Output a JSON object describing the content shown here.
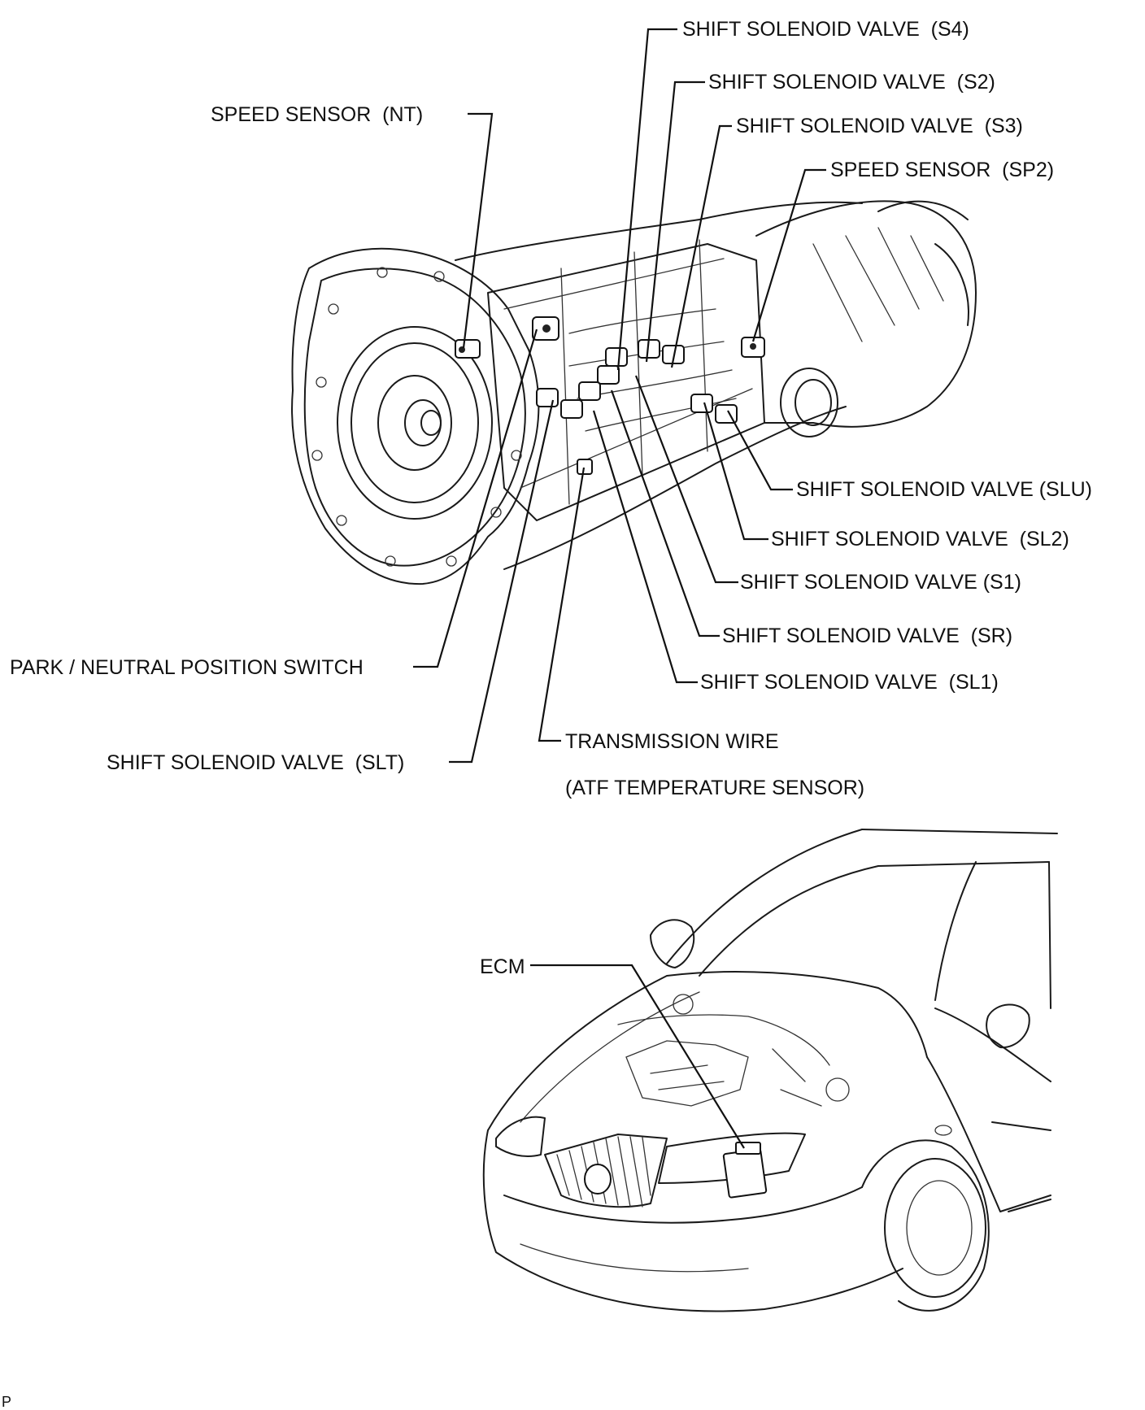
{
  "labels": {
    "s4": "SHIFT SOLENOID VALVE  (S4)",
    "s2": "SHIFT SOLENOID VALVE  (S2)",
    "s3": "SHIFT SOLENOID VALVE  (S3)",
    "nt": "SPEED SENSOR  (NT)",
    "sp2": "SPEED SENSOR  (SP2)",
    "slu": "SHIFT SOLENOID VALVE (SLU)",
    "sl2": "SHIFT SOLENOID VALVE  (SL2)",
    "s1": "SHIFT SOLENOID VALVE (S1)",
    "sr": "SHIFT SOLENOID VALVE  (SR)",
    "sl1": "SHIFT SOLENOID VALVE  (SL1)",
    "pnp": "PARK / NEUTRAL POSITION SWITCH",
    "tw": "TRANSMISSION WIRE",
    "atf": "(ATF TEMPERATURE SENSOR)",
    "slt": "SHIFT SOLENOID VALVE  (SLT)",
    "ecm": "ECM"
  },
  "page_code": "P"
}
